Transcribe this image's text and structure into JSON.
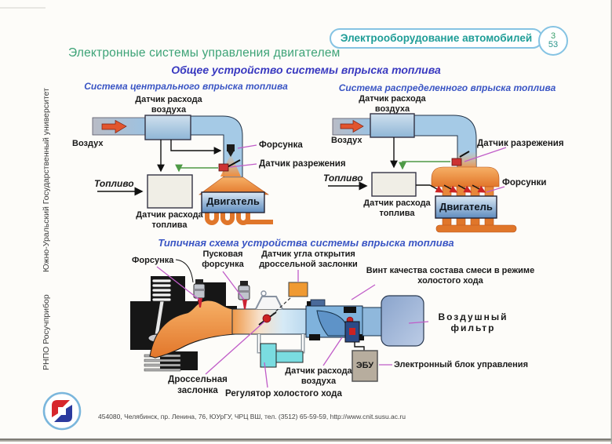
{
  "header": {
    "course_title": "Электрооборудование автомобилей",
    "page_num": "3",
    "page_total": "53"
  },
  "page": {
    "title": "Электронные системы управления двигателем",
    "subtitle": "Общее устройство системы впрыска топлива"
  },
  "sidebar": {
    "university": "Южно-Уральский Государственный университет",
    "org": "РНПО Росучприбор"
  },
  "footer": {
    "address": "454080, Челябинск, пр. Ленина, 76, ЮУрГУ, ЧРЦ ВШ, тел. (3512) 65-59-59, http://www.cnit.susu.ac.ru"
  },
  "diagram_central": {
    "caption": "Система центрального впрыска топлива",
    "labels": {
      "air_flow_sensor": "Датчик расхода воздуха",
      "air": "Воздух",
      "injector": "Форсунка",
      "vacuum_sensor": "Датчик разрежения",
      "fuel": "Топливо",
      "fuel_flow_sensor": "Датчик расхода топлива",
      "engine": "Двигатель"
    }
  },
  "diagram_distributed": {
    "caption": "Система распределенного впрыска топлива",
    "labels": {
      "air_flow_sensor": "Датчик расхода воздуха",
      "air": "Воздух",
      "vacuum_sensor": "Датчик разрежения",
      "injectors": "Форсунки",
      "fuel": "Топливо",
      "fuel_flow_sensor": "Датчик расхода топлива",
      "engine": "Двигатель"
    }
  },
  "diagram_typical": {
    "caption": "Типичная схема устройства системы впрыска топлива",
    "labels": {
      "injector": "Форсунка",
      "cold_start_injector": "Пусковая форсунка",
      "throttle_angle_sensor": "Датчик угла открытия дроссельной заслонки",
      "idle_mixture_screw": "Винт качества состава смеси в режиме холостого хода",
      "air_filter": "Воздушный фильтр",
      "ecu_abbr": "ЭБУ",
      "ecu": "Электронный блок управления",
      "throttle_valve": "Дроссельная заслонка",
      "idle_regulator": "Регулятор холостого хода",
      "air_flow_sensor": "Датчик расхода воздуха"
    }
  },
  "colors": {
    "accent_frame": "#85c3e3",
    "header_text": "#1f9d97",
    "title_green": "#3da377",
    "caption_blue": "#3a55c4",
    "subtitle_blue": "#3939c0",
    "pointer_magenta": "#c05cc8",
    "pipe_blue": "#a5cae6",
    "manifold_orange": "#e8873a",
    "sensor_red": "#cc3333",
    "signal_green": "#4e9a46"
  }
}
